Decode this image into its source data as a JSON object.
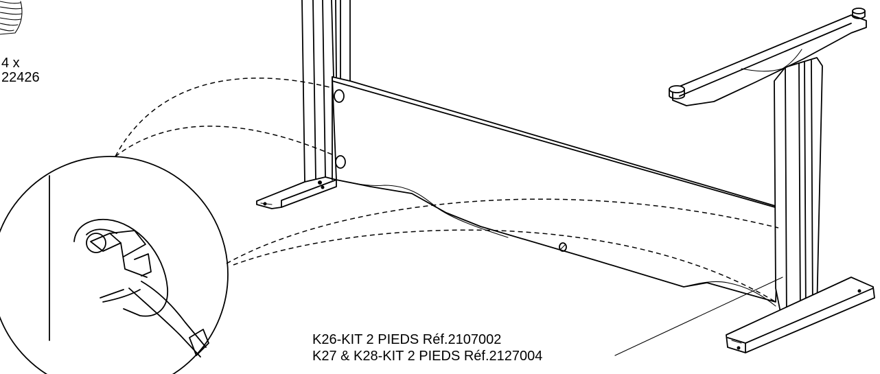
{
  "labels": {
    "quantity": "4 x",
    "part_ref": "22426",
    "kit_line_1": "K26-KIT 2 PIEDS Réf.2107002",
    "kit_line_2": "K27 & K28-KIT 2 PIEDS Réf.2127004"
  },
  "colors": {
    "ink": "#000000",
    "paper": "#ffffff"
  },
  "icons": {
    "screw": "screw-icon"
  }
}
